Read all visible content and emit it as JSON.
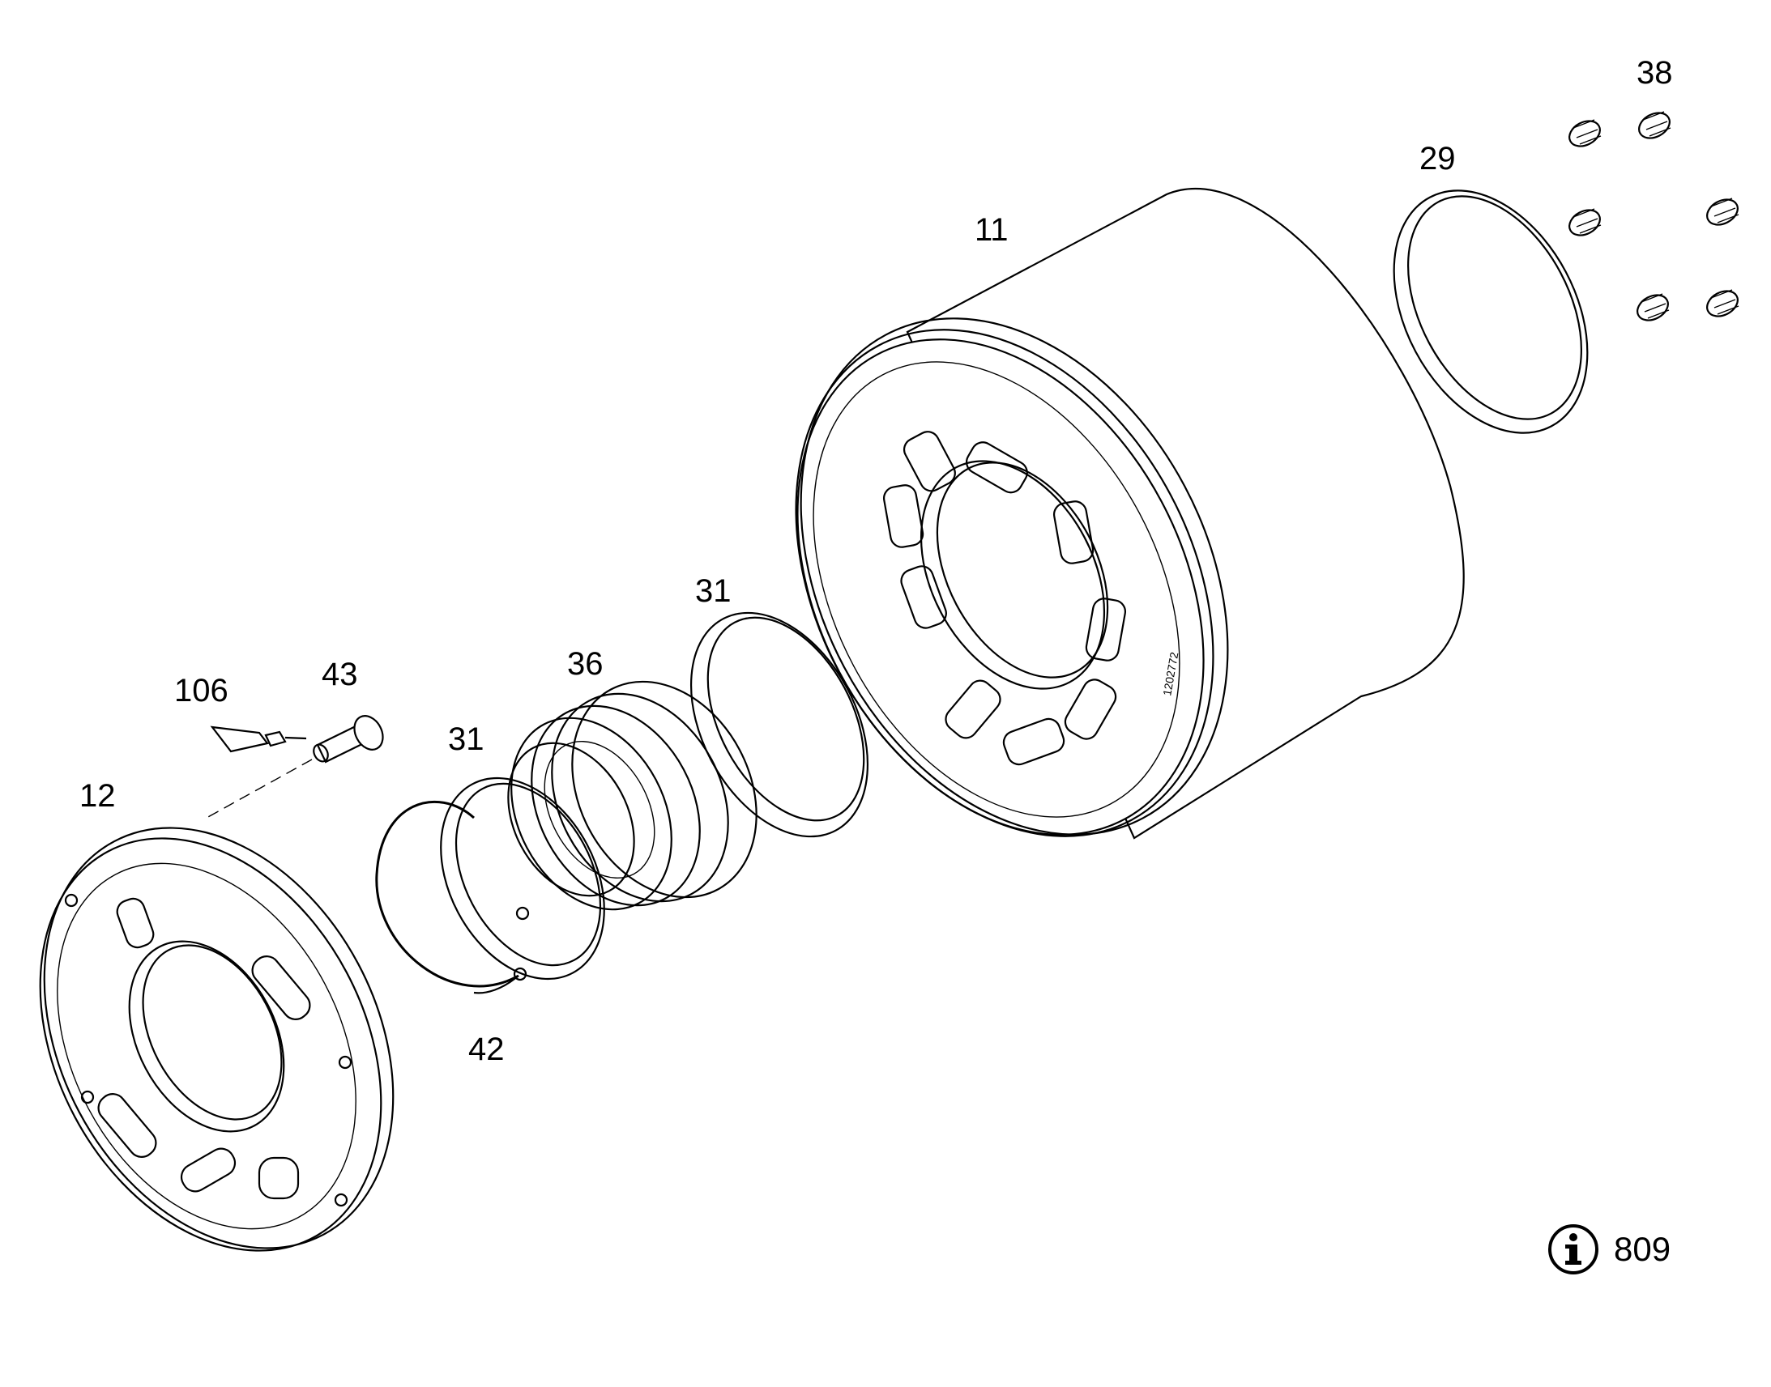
{
  "diagram": {
    "callouts": [
      {
        "id": "11",
        "label": "11"
      },
      {
        "id": "12",
        "label": "12"
      },
      {
        "id": "29",
        "label": "29"
      },
      {
        "id": "31a",
        "label": "31"
      },
      {
        "id": "31b",
        "label": "31"
      },
      {
        "id": "36",
        "label": "36"
      },
      {
        "id": "38",
        "label": "38"
      },
      {
        "id": "42",
        "label": "42"
      },
      {
        "id": "43",
        "label": "43"
      },
      {
        "id": "106",
        "label": "106"
      }
    ],
    "info": {
      "icon": "info-icon",
      "reference": "809"
    },
    "barrel_marking": "1202772"
  }
}
